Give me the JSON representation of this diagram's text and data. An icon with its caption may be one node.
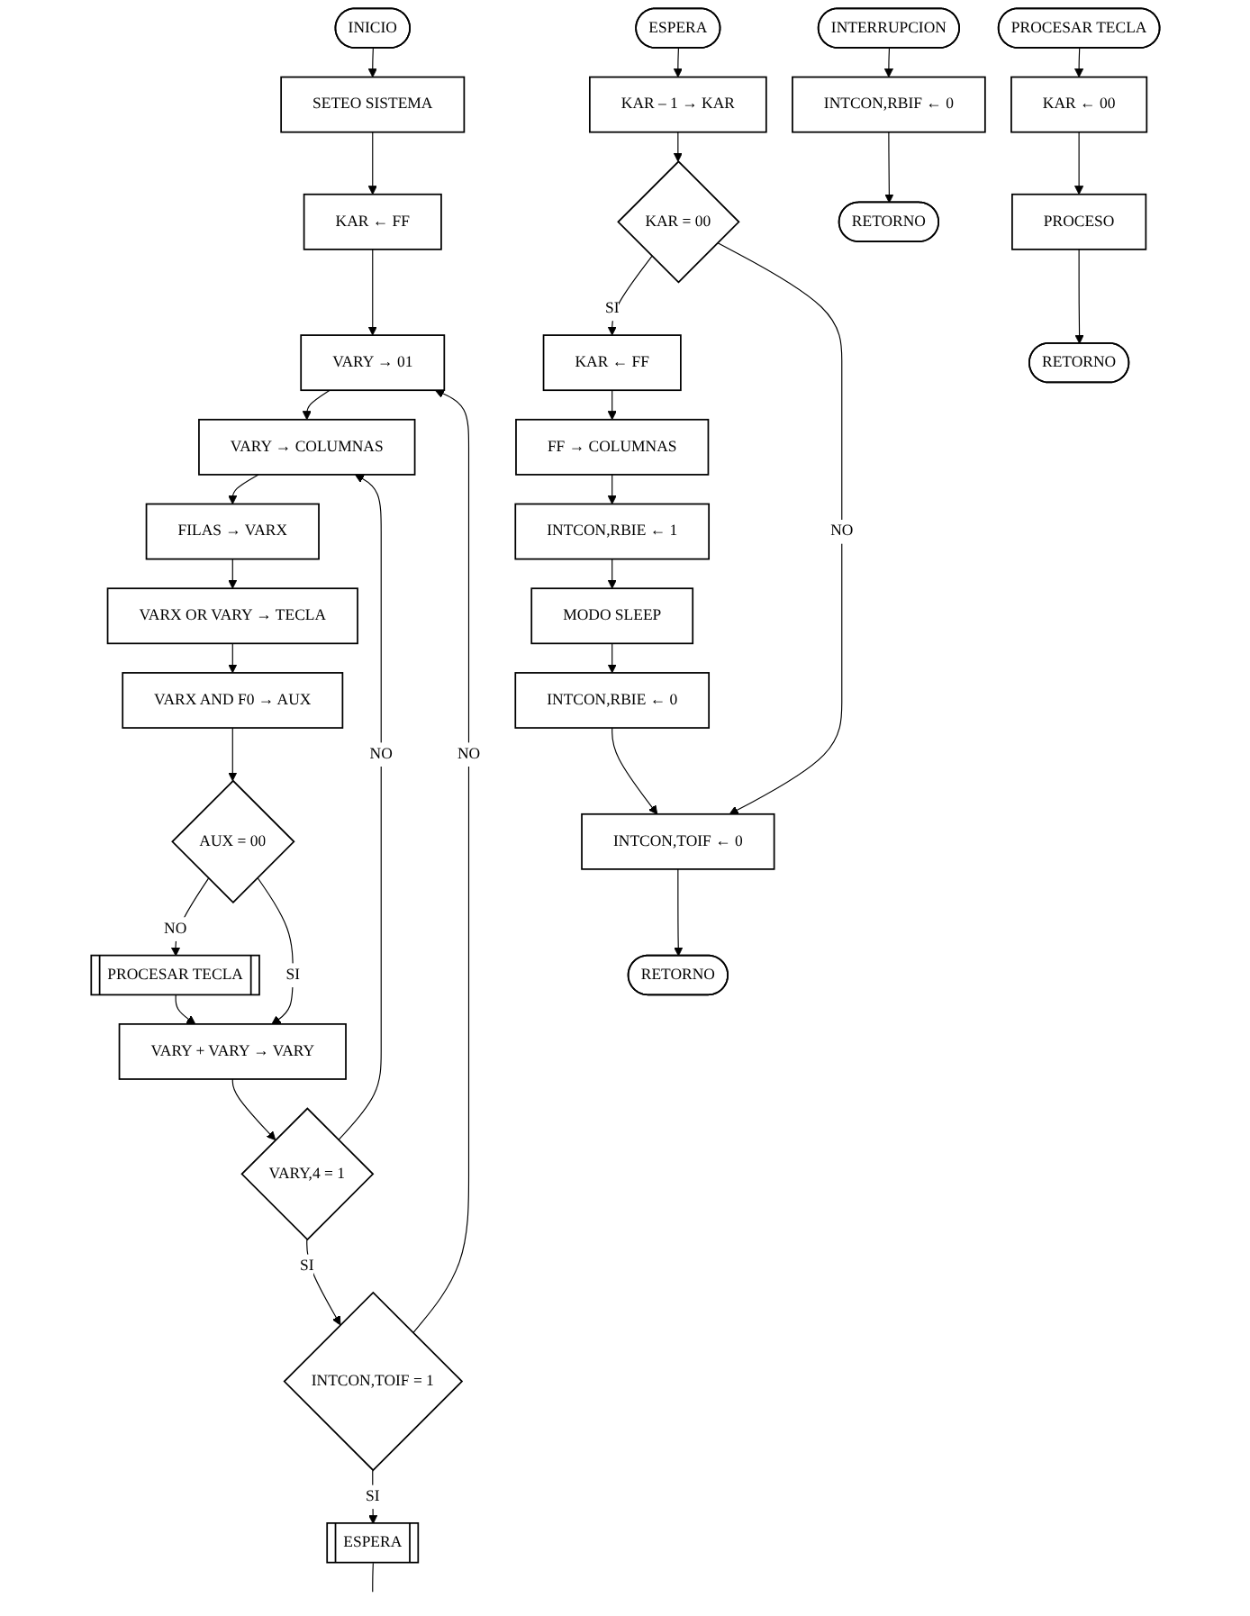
{
  "diagram": {
    "nodes": [
      {
        "text": [
          "INICIO"
        ]
      },
      {
        "text": [
          "SETEO SISTEMA"
        ]
      },
      {
        "text": [
          "KAR ← FF"
        ]
      },
      {
        "text": [
          "VARY → 01"
        ]
      },
      {
        "text": [
          "VARY → COLUMNAS"
        ]
      },
      {
        "text": [
          "FILAS → VARX"
        ]
      },
      {
        "text": [
          "VARX OR VARY → TECLA"
        ]
      },
      {
        "text": [
          "VARX AND F0 → AUX"
        ]
      },
      {
        "text": [
          "AUX = 00"
        ]
      },
      {
        "text": [
          "PROCESAR TECLA"
        ]
      },
      {
        "text": [
          "VARY + VARY → VARY"
        ]
      },
      {
        "text": [
          "VARY,4 = 1"
        ]
      },
      {
        "text": [
          "INTCON,TOIF = 1"
        ]
      },
      {
        "text": [
          "ESPERA"
        ]
      },
      {
        "text": [
          "ESPERA"
        ]
      },
      {
        "text": [
          "KAR – 1 → KAR"
        ]
      },
      {
        "text": [
          "KAR = 00"
        ]
      },
      {
        "text": [
          "KAR ← FF"
        ]
      },
      {
        "text": [
          "FF → COLUMNAS"
        ]
      },
      {
        "text": [
          "INTCON,RBIE ← 1"
        ]
      },
      {
        "text": [
          "MODO SLEEP"
        ]
      },
      {
        "text": [
          "INTCON,RBIE ← 0"
        ]
      },
      {
        "text": [
          "INTCON,TOIF ← 0"
        ]
      },
      {
        "text": [
          "RETORNO"
        ]
      },
      {
        "text": [
          "INTERRUPCION"
        ]
      },
      {
        "text": [
          "INTCON,RBIF ← 0"
        ]
      },
      {
        "text": [
          "RETORNO"
        ]
      },
      {
        "text": [
          "PROCESAR TECLA"
        ]
      },
      {
        "text": [
          "KAR ← 00"
        ]
      },
      {
        "text": [
          "PROCESO"
        ]
      },
      {
        "text": [
          "RETORNO"
        ]
      }
    ],
    "edges": [
      {
        "from": 0,
        "to": 1,
        "arrow": "to"
      },
      {
        "from": 1,
        "to": 2,
        "arrow": "to"
      },
      {
        "from": 2,
        "to": 3,
        "arrow": "to"
      },
      {
        "from": 3,
        "to": 4,
        "arrow": "to"
      },
      {
        "from": 4,
        "to": 5,
        "arrow": "to"
      },
      {
        "from": 5,
        "to": 6,
        "arrow": "to"
      },
      {
        "from": 6,
        "to": 7,
        "arrow": "to"
      },
      {
        "from": 7,
        "to": 8,
        "arrow": "to"
      },
      {
        "from": 8,
        "to": 9,
        "label": "NO",
        "arrow": "to"
      },
      {
        "from": 8,
        "to": 10,
        "label": "SI",
        "arrow": "to"
      },
      {
        "from": 9,
        "to": 10,
        "arrow": "to"
      },
      {
        "from": 10,
        "to": 11,
        "arrow": "to"
      },
      {
        "from": 11,
        "to": 4,
        "label": "NO",
        "arrow": "to"
      },
      {
        "from": 11,
        "to": 12,
        "label": "SI",
        "arrow": "to"
      },
      {
        "from": 12,
        "to": 3,
        "label": "NO",
        "arrow": "to"
      },
      {
        "from": 12,
        "to": 13,
        "label": "SI",
        "arrow": "to"
      },
      {
        "from": 13,
        "to": null,
        "arrow": "none"
      },
      {
        "from": 14,
        "to": 15,
        "arrow": "to"
      },
      {
        "from": 15,
        "to": 16,
        "arrow": "to"
      },
      {
        "from": 16,
        "to": 17,
        "label": "SI",
        "arrow": "to"
      },
      {
        "from": 16,
        "to": 22,
        "label": "NO",
        "arrow": "to"
      },
      {
        "from": 17,
        "to": 18,
        "arrow": "to"
      },
      {
        "from": 18,
        "to": 19,
        "arrow": "to"
      },
      {
        "from": 19,
        "to": 20,
        "arrow": "to"
      },
      {
        "from": 20,
        "to": 21,
        "arrow": "to"
      },
      {
        "from": 21,
        "to": 22,
        "arrow": "to"
      },
      {
        "from": 22,
        "to": 23,
        "arrow": "to"
      },
      {
        "from": 24,
        "to": 25,
        "arrow": "to"
      },
      {
        "from": 25,
        "to": 26,
        "arrow": "to"
      },
      {
        "from": 27,
        "to": 28,
        "arrow": "to"
      },
      {
        "from": 28,
        "to": 29,
        "arrow": "to"
      },
      {
        "from": 29,
        "to": 30,
        "arrow": "to"
      }
    ]
  }
}
